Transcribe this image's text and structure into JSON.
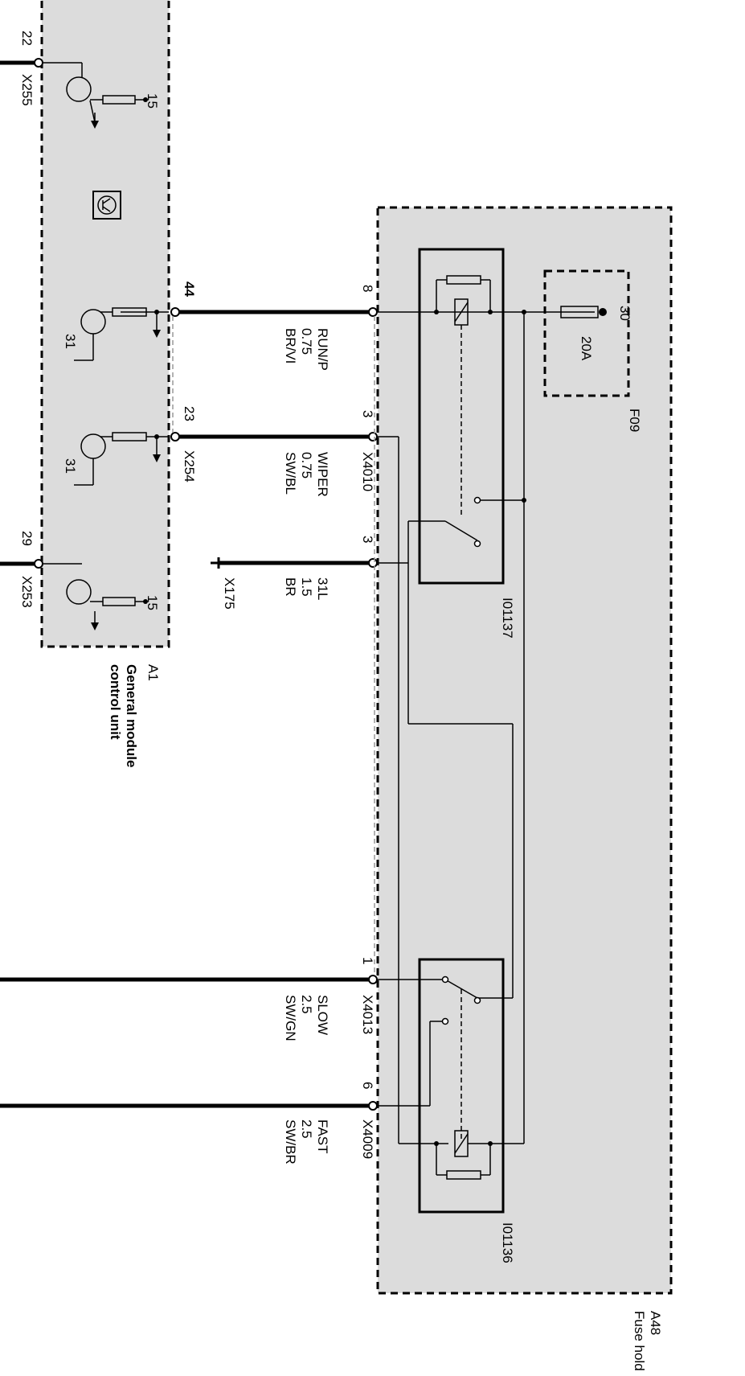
{
  "modules": {
    "a1": {
      "id": "A1",
      "name_line1": "General module",
      "name_line2": "control unit"
    },
    "a48": {
      "id": "A48",
      "name": "Fuse hold"
    }
  },
  "a1_connectors": {
    "x255": {
      "code": "X255",
      "pin": "22",
      "supply": "15"
    },
    "x254": {
      "code": "X254",
      "pin": "23",
      "ground": "31"
    },
    "x253": {
      "code": "X253",
      "pin": "29",
      "supply": "15"
    },
    "run_pin": "44",
    "run_ground": "31"
  },
  "wires": [
    {
      "function": "RUN/P",
      "gauge": "0.75",
      "color": "BR/VI",
      "pin": "8"
    },
    {
      "function": "WIPER",
      "gauge": "0.75",
      "color": "SW/BL",
      "pin": "3",
      "connector": "X4010"
    },
    {
      "function": "31L",
      "gauge": "1.5",
      "color": "BR",
      "pin": "3",
      "ground_point": "X175"
    },
    {
      "function": "SLOW",
      "gauge": "2.5",
      "color": "SW/GN",
      "pin": "1",
      "connector": "X4013"
    },
    {
      "function": "FAST",
      "gauge": "2.5",
      "color": "SW/BR",
      "pin": "6",
      "connector": "X4009"
    }
  ],
  "fuse": {
    "id": "F09",
    "rating": "20A",
    "terminal": "30"
  },
  "relays": [
    {
      "id": "I01137"
    },
    {
      "id": "I01136"
    }
  ]
}
